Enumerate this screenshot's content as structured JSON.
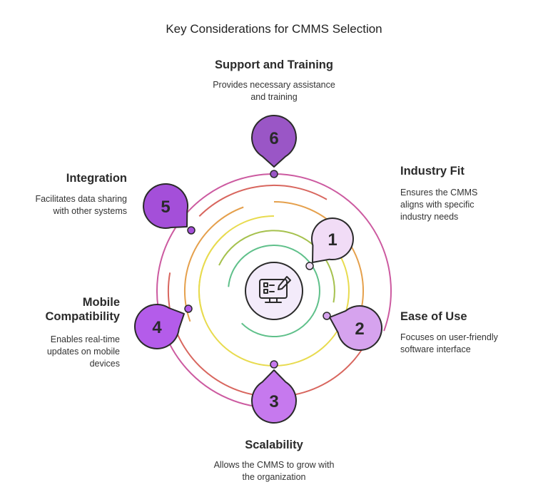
{
  "title": "Key Considerations for CMMS Selection",
  "center_icon": "computer-checklist-pen-icon",
  "colors": {
    "ring1": "#5fc08a",
    "ring2": "#a5c14d",
    "ring3": "#e8db4f",
    "ring4": "#e5a04c",
    "ring5": "#d8665e",
    "ring6": "#cc5aa0",
    "node1": "#f1dcf6",
    "node2": "#d6a3ee",
    "node3": "#c679ee",
    "node4": "#b45cea",
    "node5": "#a44fd9",
    "node6": "#9a56c6"
  },
  "items": [
    {
      "number": "1",
      "title": "Industry Fit",
      "description": [
        "Ensures the CMMS",
        "aligns with specific",
        "industry needs"
      ]
    },
    {
      "number": "2",
      "title": "Ease of Use",
      "description": [
        "Focuses on user-friendly",
        "software interface"
      ]
    },
    {
      "number": "3",
      "title": "Scalability",
      "description": [
        "Allows the CMMS to grow with",
        "the organization"
      ]
    },
    {
      "number": "4",
      "title_lines": [
        "Mobile",
        "Compatibility"
      ],
      "description": [
        "Enables real-time",
        "updates on mobile",
        "devices"
      ]
    },
    {
      "number": "5",
      "title": "Integration",
      "description": [
        "Facilitates data sharing",
        "with other systems"
      ]
    },
    {
      "number": "6",
      "title": "Support and Training",
      "description": [
        "Provides necessary assistance",
        "and training"
      ]
    }
  ]
}
